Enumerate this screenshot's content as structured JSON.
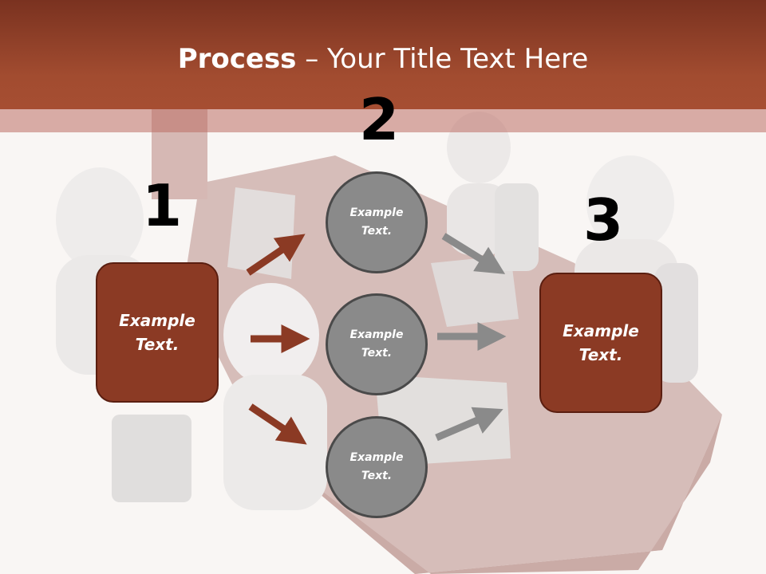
{
  "title": {
    "bold": "Process",
    "rest": " – Your Title Text Here"
  },
  "steps": [
    {
      "number": "1",
      "text_line1": "Example",
      "text_line2": "Text."
    },
    {
      "number": "2"
    },
    {
      "number": "3",
      "text_line1": "Example",
      "text_line2": "Text."
    }
  ],
  "circles": [
    {
      "text_line1": "Example",
      "text_line2": "Text."
    },
    {
      "text_line1": "Example",
      "text_line2": "Text."
    },
    {
      "text_line1": "Example",
      "text_line2": "Text."
    }
  ],
  "colors": {
    "header": "#a24c30",
    "box_fill": "#8b3a24",
    "box_border": "#5a1e10",
    "circle_fill": "#8a8a8a",
    "arrow_red": "#8b3a24",
    "arrow_gray": "#8a8a8a"
  },
  "icons": {
    "background": "3d-people-meeting-illustration",
    "arrow": "right-arrow-icon"
  }
}
